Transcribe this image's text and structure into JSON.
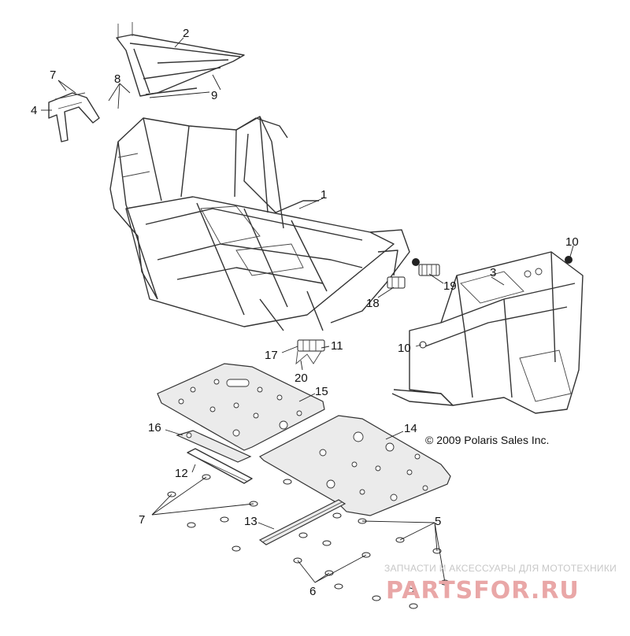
{
  "callouts": [
    {
      "id": "c1",
      "text": "1"
    },
    {
      "id": "c2",
      "text": "2"
    },
    {
      "id": "c3",
      "text": "3"
    },
    {
      "id": "c4",
      "text": "4"
    },
    {
      "id": "c5",
      "text": "5"
    },
    {
      "id": "c6",
      "text": "6"
    },
    {
      "id": "c7a",
      "text": "7"
    },
    {
      "id": "c7b",
      "text": "7"
    },
    {
      "id": "c8",
      "text": "8"
    },
    {
      "id": "c9",
      "text": "9"
    },
    {
      "id": "c10a",
      "text": "10"
    },
    {
      "id": "c10b",
      "text": "10"
    },
    {
      "id": "c11",
      "text": "11"
    },
    {
      "id": "c12",
      "text": "12"
    },
    {
      "id": "c13",
      "text": "13"
    },
    {
      "id": "c14",
      "text": "14"
    },
    {
      "id": "c15",
      "text": "15"
    },
    {
      "id": "c16",
      "text": "16"
    },
    {
      "id": "c17",
      "text": "17"
    },
    {
      "id": "c18",
      "text": "18"
    },
    {
      "id": "c19",
      "text": "19"
    },
    {
      "id": "c20",
      "text": "20"
    }
  ],
  "copyright": "© 2009 Polaris Sales Inc.",
  "watermark": {
    "tagline": "ЗАПЧАСТИ И АКСЕССУАРЫ ДЛЯ МОТОТЕХНИКИ",
    "logo": "PARTSFOR.RU"
  },
  "colors": {
    "line": "#333333",
    "plate_fill": "#ebebeb",
    "watermark_logo": "#e9a7a7",
    "watermark_text": "#c7c7c7"
  }
}
